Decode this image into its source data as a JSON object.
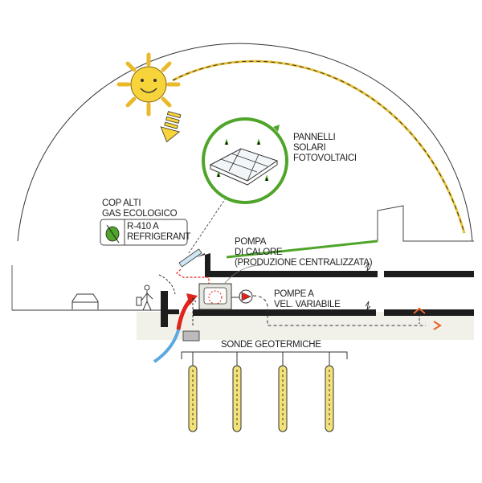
{
  "labels": {
    "pv_panels": [
      "PANNELLI",
      "SOLARI",
      "FOTOVOLTAICI"
    ],
    "cop": [
      "COP ALTI",
      "GAS ECOLOGICO"
    ],
    "refrigerant": [
      "R-410 A",
      "REFRIGERANT"
    ],
    "heat_pump": [
      "POMPA",
      "DI CALORE",
      "(PRODUZIONE CENTRALIZZATA)"
    ],
    "pumps": [
      "POMPE A",
      "VEL. VARIABILE"
    ],
    "geothermal": "SONDE GEOTERMICHE"
  },
  "colors": {
    "sun": "#f6d43a",
    "green": "#4fa52a",
    "red": "#e0241b",
    "blue": "#5aa9e0",
    "orange": "#e8632a",
    "wall": "#1d1d1d",
    "probe": "#f3e27a"
  }
}
